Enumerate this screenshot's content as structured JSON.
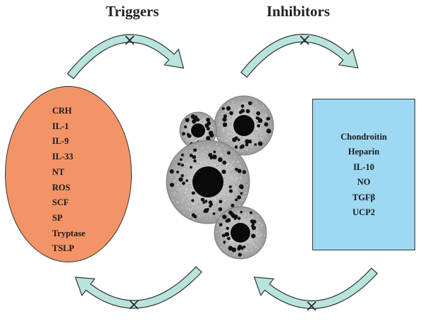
{
  "triggers": {
    "title": "Triggers",
    "items": [
      "CRH",
      "IL-1",
      "IL-9",
      "IL-33",
      "NT",
      "ROS",
      "SCF",
      "SP",
      "Tryptase",
      "TSLP"
    ]
  },
  "inhibitors": {
    "title": "Inhibitors",
    "items": [
      "Chondroitin",
      "Heparin",
      "IL-10",
      "NO",
      "TGFβ",
      "UCP2"
    ]
  },
  "colors": {
    "triggers_fill": "#f39466",
    "inhibitors_fill": "#9ed8f3",
    "arrow_fill": "#b9e3dd",
    "arrow_stroke": "#2f2f2f",
    "cell_fill": "#b9b9b9",
    "nucleus": "#0a0a0a"
  },
  "icons": [
    "curved-arrow-icon",
    "block-cross-icon",
    "mast-cell-icon"
  ]
}
